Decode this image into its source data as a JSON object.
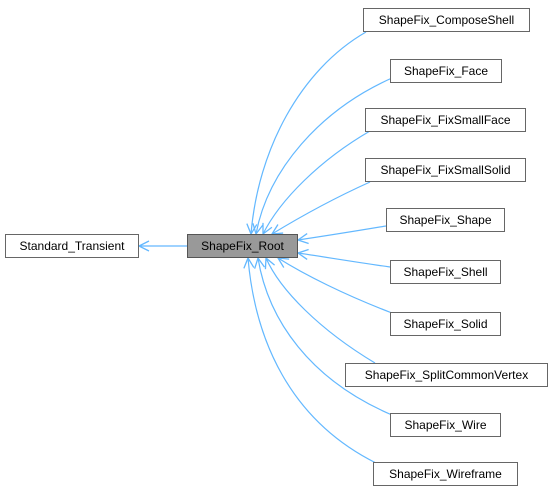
{
  "diagram": {
    "colors": {
      "edge": "#63b8ff",
      "node_border": "#666666",
      "root_fill": "#999999"
    },
    "base_class": {
      "label": "Standard_Transient"
    },
    "root_class": {
      "label": "ShapeFix_Root"
    },
    "derived_classes": [
      {
        "label": "ShapeFix_ComposeShell"
      },
      {
        "label": "ShapeFix_Face"
      },
      {
        "label": "ShapeFix_FixSmallFace"
      },
      {
        "label": "ShapeFix_FixSmallSolid"
      },
      {
        "label": "ShapeFix_Shape"
      },
      {
        "label": "ShapeFix_Shell"
      },
      {
        "label": "ShapeFix_Solid"
      },
      {
        "label": "ShapeFix_SplitCommonVertex"
      },
      {
        "label": "ShapeFix_Wire"
      },
      {
        "label": "ShapeFix_Wireframe"
      }
    ]
  }
}
